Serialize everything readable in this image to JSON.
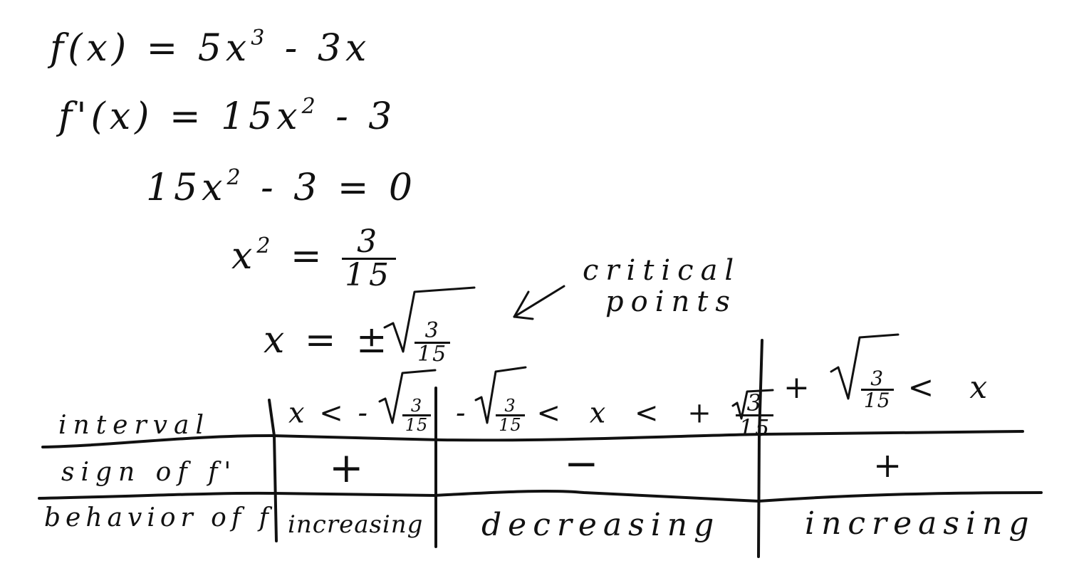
{
  "derivation": {
    "line1_lhs": "f(x) = 5x",
    "line1_exp": "3",
    "line1_rhs": " - 3x",
    "line2_lhs": "f'(x) = 15x",
    "line2_exp": "2",
    "line2_rhs": " - 3",
    "line3_lhs": "15x",
    "line3_exp": "2",
    "line3_rhs": " - 3 = 0",
    "line4_lhs": "x",
    "line4_exp": "2",
    "line4_eq": " = ",
    "line4_num": "3",
    "line4_den": "15",
    "line5_lhs": "x = ±",
    "line5_num": "3",
    "line5_den": "15"
  },
  "annotation": {
    "line1": "critical",
    "line2": "points"
  },
  "table": {
    "row_labels": [
      "interval",
      "sign of f'",
      "behavior of f"
    ],
    "intervals": [
      {
        "prefix": "x < -",
        "num": "3",
        "den": "15",
        "suffix": ""
      },
      {
        "prefix": "-",
        "num": "3",
        "den": "15",
        "mid": " < x < +",
        "num2": "3",
        "den2": "15"
      },
      {
        "prefix": "+",
        "num": "3",
        "den": "15",
        "suffix": " < x"
      }
    ],
    "signs": [
      "+",
      "−",
      "+"
    ],
    "behaviors": [
      "increasing",
      "decreasing",
      "increasing"
    ]
  }
}
